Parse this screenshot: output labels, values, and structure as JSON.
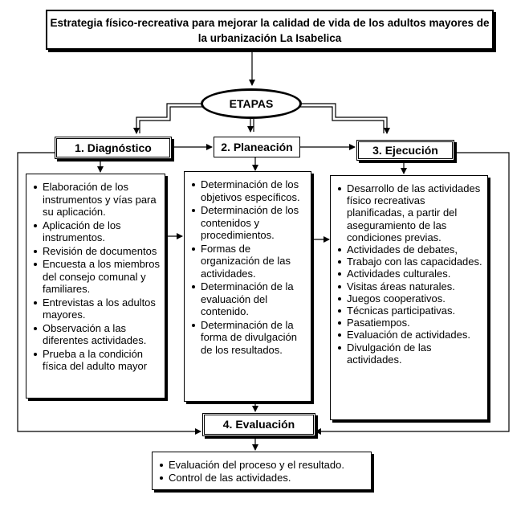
{
  "title": "Estrategia físico-recreativa para mejorar la calidad de vida de los adultos mayores de la urbanización La Isabelica",
  "etapas_label": "ETAPAS",
  "stages": {
    "diagnostico": {
      "label": "1. Diagnóstico",
      "items": [
        "Elaboración de los instrumentos y vías para su aplicación.",
        "Aplicación de los instrumentos.",
        "Revisión de documentos",
        "Encuesta a los miembros del consejo comunal y familiares.",
        "Entrevistas a los adultos mayores.",
        "Observación a las diferentes actividades.",
        "Prueba a la condición física del adulto mayor"
      ]
    },
    "planeacion": {
      "label": "2. Planeación",
      "items": [
        "Determinación de los objetivos específicos.",
        "Determinación de los contenidos y procedimientos.",
        "Formas de organización de las actividades.",
        "Determinación de la evaluación del contenido.",
        "Determinación de la forma de divulgación de los resultados."
      ]
    },
    "ejecucion": {
      "label": "3. Ejecución",
      "items": [
        "Desarrollo de las actividades físico recreativas planificadas, a partir del aseguramiento de las condiciones previas.",
        "Actividades de debates,",
        "Trabajo con las capacidades.",
        "Actividades culturales.",
        "Visitas  áreas naturales.",
        "Juegos cooperativos.",
        "Técnicas participativas.",
        "Pasatiempos.",
        "Evaluación de actividades.",
        "Divulgación de las actividades."
      ]
    },
    "evaluacion": {
      "label": "4. Evaluación",
      "items": [
        "Evaluación del proceso y el resultado.",
        "Control de las actividades."
      ]
    }
  }
}
